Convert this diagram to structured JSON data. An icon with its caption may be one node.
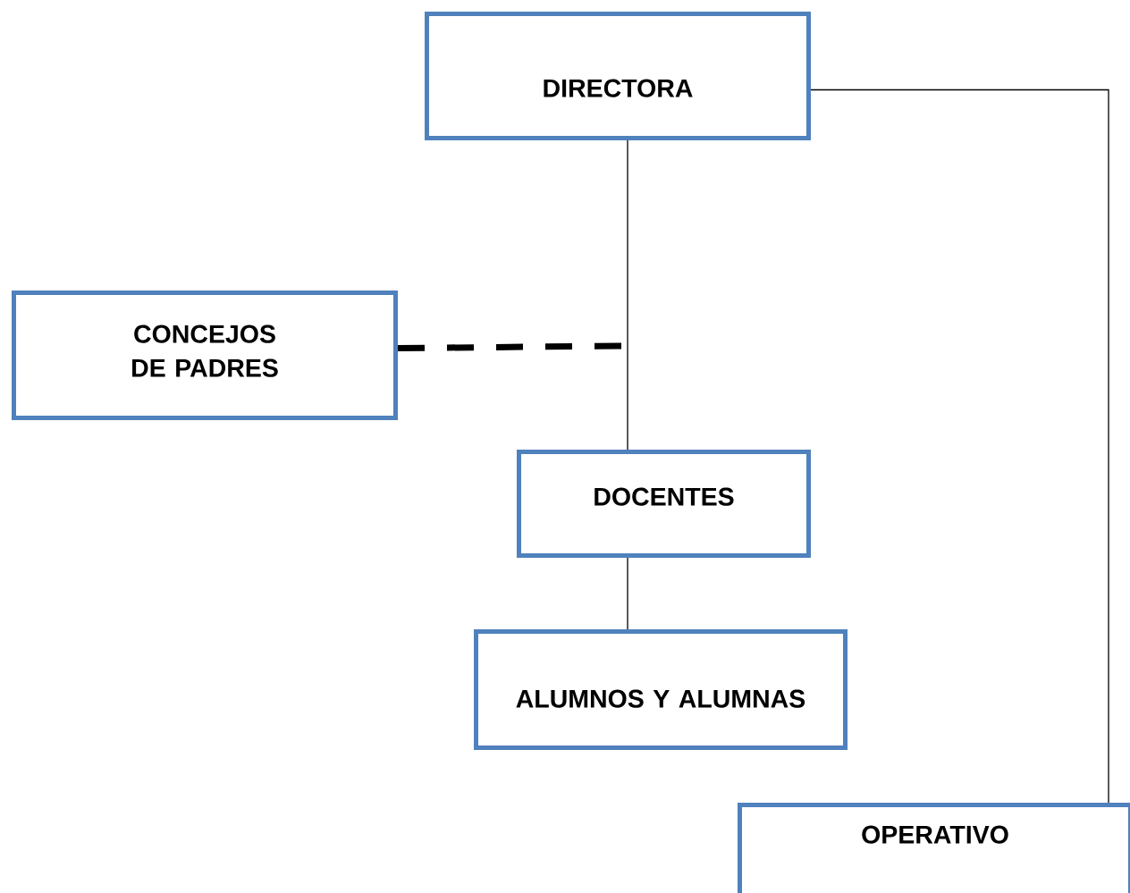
{
  "diagram": {
    "nodes": [
      {
        "text": [
          "DIRECTORA"
        ]
      },
      {
        "text": [
          "CONCEJOS DE PADRES"
        ]
      },
      {
        "text": [
          "DOCENTES"
        ]
      },
      {
        "text": [
          "ALUMNOS Y ALUMNAS"
        ]
      },
      {
        "text": [
          "OPERATIVO"
        ]
      }
    ],
    "edges": [
      {
        "from": 0,
        "to": 2,
        "arrow": "none"
      },
      {
        "from": 1,
        "to": null,
        "arrow": "none",
        "style": "dashed"
      },
      {
        "from": 2,
        "to": 3,
        "arrow": "none"
      },
      {
        "from": 0,
        "to": 4,
        "arrow": "none"
      }
    ]
  }
}
